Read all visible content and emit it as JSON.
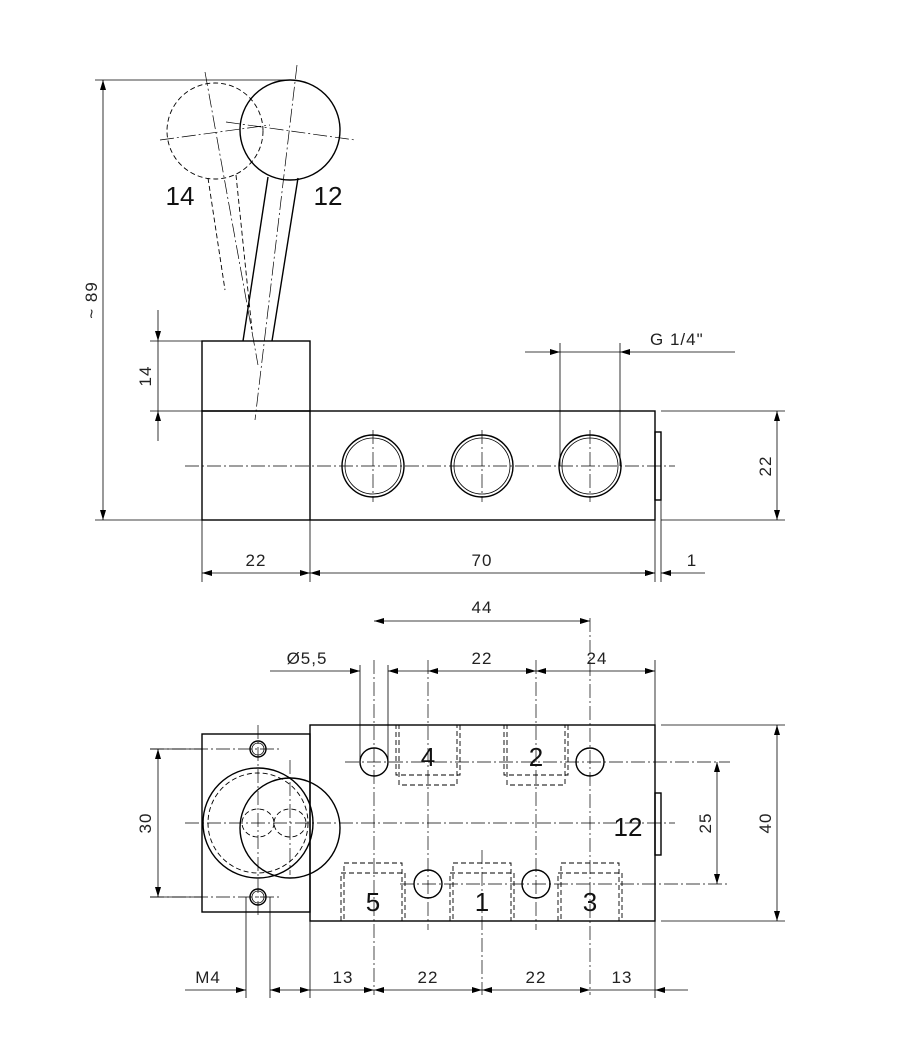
{
  "top_view": {
    "positions": {
      "left": "14",
      "right": "12"
    },
    "dims": {
      "height": "~ 89",
      "block_height": "14",
      "body_height": "22",
      "block_width": "22",
      "body_width": "70",
      "cap": "1",
      "thread": "G 1/4\""
    }
  },
  "bottom_view": {
    "ports": {
      "p4": "4",
      "p2": "2",
      "p5": "5",
      "p1": "1",
      "p3": "3",
      "p12": "12"
    },
    "dims": {
      "span44": "44",
      "hole": "Ø5,5",
      "pitch_top": "22",
      "edge_top": "24",
      "plate": "30",
      "rows": "25",
      "width": "40",
      "thread": "M4",
      "edge_l": "13",
      "pitch_l": "22",
      "pitch_r": "22",
      "edge_r": "13"
    }
  }
}
